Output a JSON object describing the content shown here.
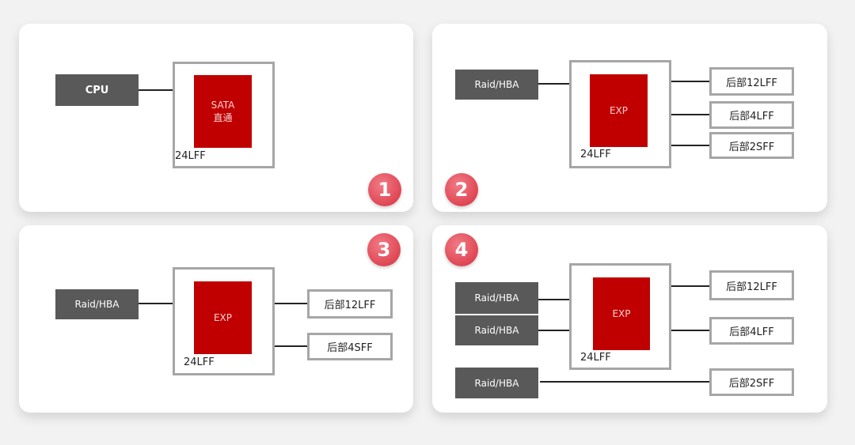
{
  "panels": [
    {
      "badge": "1",
      "host": "CPU",
      "chip": "SATA 直通",
      "chip_line1": "SATA",
      "chip_line2": "直通",
      "enclosure": "24LFF"
    },
    {
      "badge": "2",
      "host": "Raid/HBA",
      "chip": "EXP",
      "enclosure": "24LFF",
      "bays": [
        "后部12LFF",
        "后部4LFF",
        "后部2SFF"
      ]
    },
    {
      "badge": "3",
      "host": "Raid/HBA",
      "chip": "EXP",
      "enclosure": "24LFF",
      "bays": [
        "后部12LFF",
        "后部4SFF"
      ]
    },
    {
      "badge": "4",
      "hosts": [
        "Raid/HBA",
        "Raid/HBA",
        "Raid/HBA"
      ],
      "chip": "EXP",
      "enclosure": "24LFF",
      "bays": [
        "后部12LFF",
        "后部4LFF",
        "后部2SFF"
      ]
    }
  ],
  "colors": {
    "chip": "#c00000",
    "host": "#595959",
    "badge": "#e0404f",
    "border": "#a6a6a6"
  }
}
